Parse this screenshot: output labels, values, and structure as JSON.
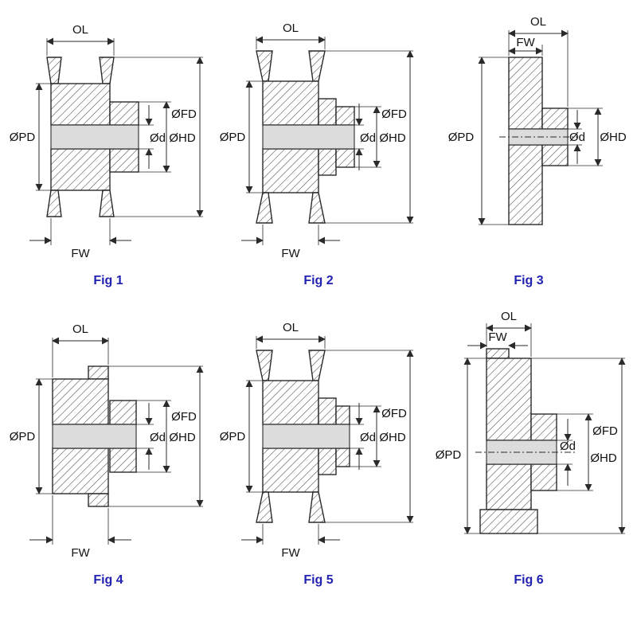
{
  "colors": {
    "caption": "#2222b2",
    "line": "#2a2a2a",
    "bore_fill": "#dcdcdc",
    "hatch": "#4a4a4a",
    "background": "#ffffff"
  },
  "figures": [
    {
      "caption": "Fig 1",
      "labels": {
        "ol": "OL",
        "fw": "FW",
        "pd": "ØPD",
        "fd": "ØFD",
        "hd": "ØHD",
        "d": "Ød"
      }
    },
    {
      "caption": "Fig 2",
      "labels": {
        "ol": "OL",
        "fw": "FW",
        "pd": "ØPD",
        "fd": "ØFD",
        "hd": "ØHD",
        "d": "Ød"
      }
    },
    {
      "caption": "Fig 3",
      "labels": {
        "ol": "OL",
        "fw": "FW",
        "pd": "ØPD",
        "hd": "ØHD",
        "d": "Ød"
      }
    },
    {
      "caption": "Fig 4",
      "labels": {
        "ol": "OL",
        "fw": "FW",
        "pd": "ØPD",
        "fd": "ØFD",
        "hd": "ØHD",
        "d": "Ød"
      }
    },
    {
      "caption": "Fig 5",
      "labels": {
        "ol": "OL",
        "fw": "FW",
        "pd": "ØPD",
        "fd": "ØFD",
        "hd": "ØHD",
        "d": "Ød"
      }
    },
    {
      "caption": "Fig 6",
      "labels": {
        "ol": "OL",
        "fw": "FW",
        "pd": "ØPD",
        "fd": "ØFD",
        "hd": "ØHD",
        "d": "Ød"
      }
    }
  ]
}
